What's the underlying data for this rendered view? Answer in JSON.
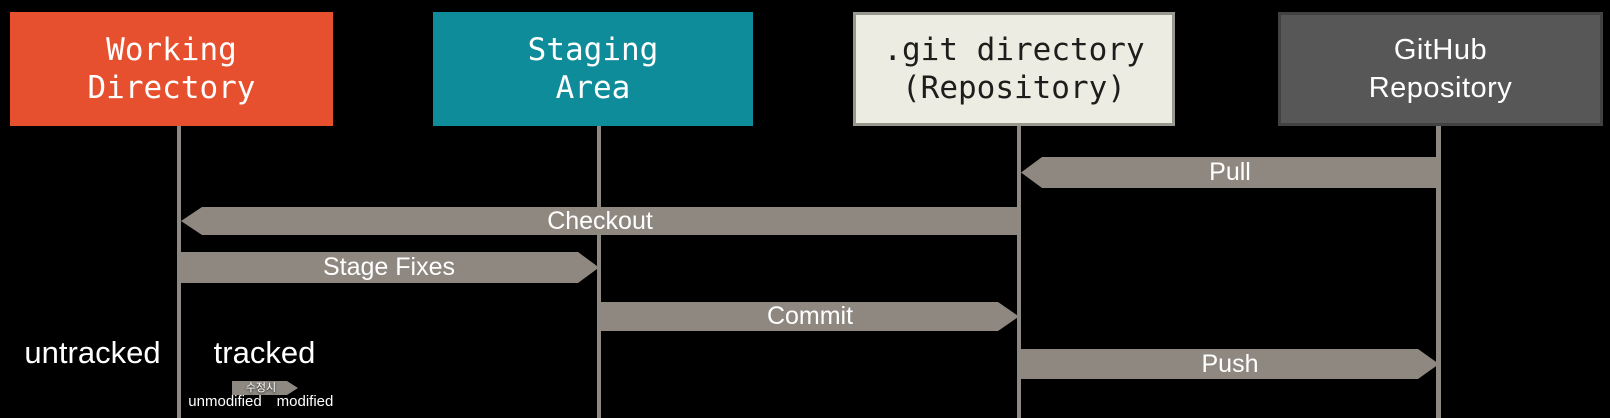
{
  "nodes": {
    "working_directory": {
      "label": "Working\nDirectory",
      "color": "#e6502e"
    },
    "staging_area": {
      "label": "Staging\nArea",
      "color": "#0f8c99"
    },
    "git_directory": {
      "label": ".git directory\n(Repository)",
      "color": "#ecece2",
      "border_color": "#98988e"
    },
    "github_repository": {
      "label": "GitHub\nRepository",
      "color": "#575757"
    }
  },
  "arrows": {
    "pull": {
      "label": "Pull",
      "from": "github_repository",
      "to": "git_directory",
      "direction": "left"
    },
    "checkout": {
      "label": "Checkout",
      "from": "git_directory",
      "to": "working_directory",
      "direction": "left"
    },
    "stage_fixes": {
      "label": "Stage Fixes",
      "from": "working_directory",
      "to": "staging_area",
      "direction": "right"
    },
    "commit": {
      "label": "Commit",
      "from": "staging_area",
      "to": "git_directory",
      "direction": "right"
    },
    "push": {
      "label": "Push",
      "from": "git_directory",
      "to": "github_repository",
      "direction": "right"
    }
  },
  "file_states": {
    "untracked": "untracked",
    "tracked": "tracked",
    "modified_when_badge": "수정시",
    "unmodified": "unmodified",
    "modified": "modified"
  },
  "colors": {
    "background": "#000000",
    "arrow": "#8f8880",
    "lifeline": "#8d8882",
    "working_directory_bg": "#e6502e",
    "staging_area_bg": "#0f8c99",
    "git_directory_bg": "#ecece2",
    "github_repository_bg": "#575757",
    "text_light": "#ffffff",
    "text_dark": "#1d1d1b"
  }
}
